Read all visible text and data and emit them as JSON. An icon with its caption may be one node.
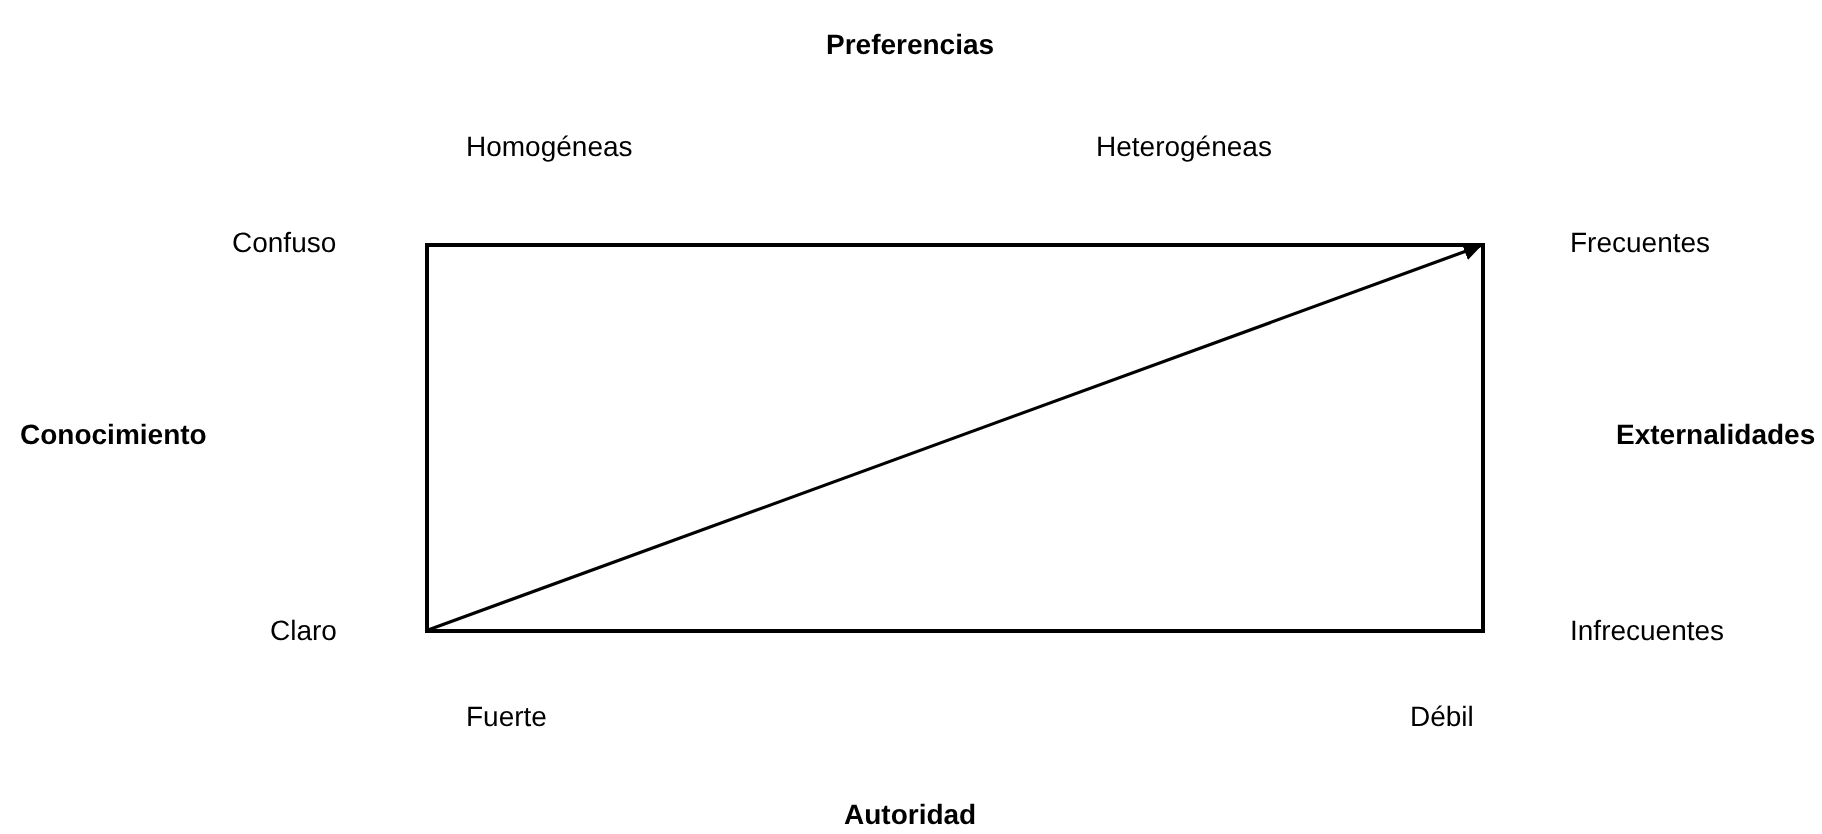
{
  "diagram": {
    "labels": [
      "Preferencias",
      "Homogéneas",
      "Heterogéneas",
      "Confuso",
      "Frecuentes",
      "Conocimiento",
      "Externalidades",
      "Claro",
      "Infrecuentes",
      "Fuerte",
      "Débil",
      "Autoridad"
    ]
  }
}
